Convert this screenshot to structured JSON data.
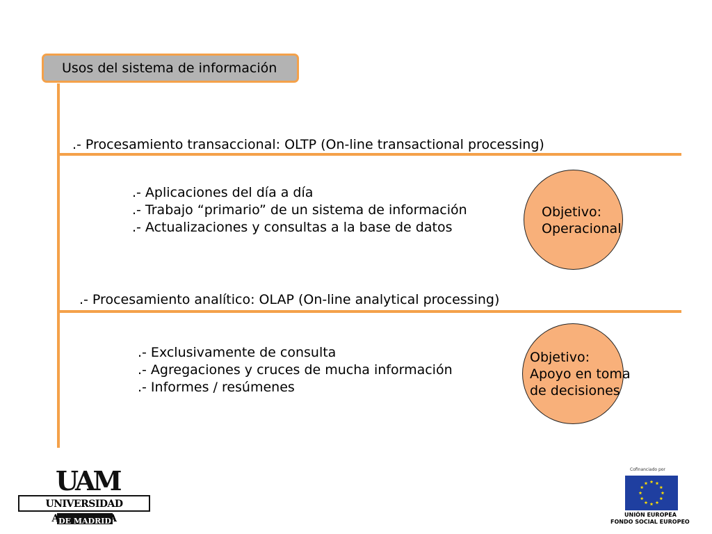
{
  "title": "Usos del sistema de información",
  "oltp": {
    "heading": ".- Procesamiento transaccional: OLTP (On-line transactional processing)",
    "bullets": [
      ".- Aplicaciones del día a día",
      ".- Trabajo “primario” de un sistema de información",
      ".- Actualizaciones y consultas a la base de datos"
    ],
    "objective_lines": [
      "Objetivo:",
      "Operacional"
    ]
  },
  "olap": {
    "heading": ".- Procesamiento analítico: OLAP (On-line analytical processing)",
    "bullets": [
      ".- Exclusivamente de consulta",
      ".- Agregaciones y cruces de mucha información",
      ".- Informes / resúmenes"
    ],
    "objective_lines": [
      "Objetivo:",
      "Apoyo en toma",
      "de decisiones"
    ]
  },
  "uam_logo": {
    "mark": "UAM",
    "line1": "UNIVERSIDAD AUTONOMA",
    "line2": "DE MADRID"
  },
  "eu_logo": {
    "caption": "Cofinanciado por",
    "line1": "UNIÓN EUROPEA",
    "line2": "FONDO SOCIAL EUROPEO"
  },
  "colors": {
    "accent": "#f4a14a",
    "circle_fill": "#f8b07a",
    "title_fill": "#b3b3b3",
    "eu_blue": "#1f3fa0",
    "eu_star": "#ffe000"
  }
}
